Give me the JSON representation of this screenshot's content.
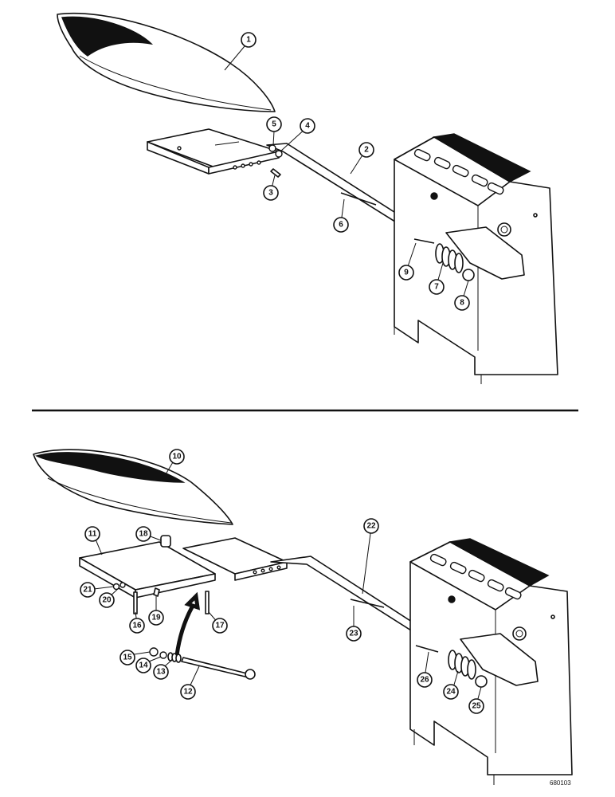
{
  "figure_id": "680103",
  "top_assembly": {
    "callouts": [
      "1",
      "2",
      "3",
      "4",
      "5",
      "6",
      "7",
      "8",
      "9"
    ]
  },
  "bottom_assembly": {
    "callouts": [
      "10",
      "11",
      "12",
      "13",
      "14",
      "15",
      "16",
      "17",
      "18",
      "19",
      "20",
      "21",
      "22",
      "23",
      "24",
      "25",
      "26"
    ]
  },
  "colors": {
    "ink": "#111111",
    "paper": "#ffffff"
  }
}
